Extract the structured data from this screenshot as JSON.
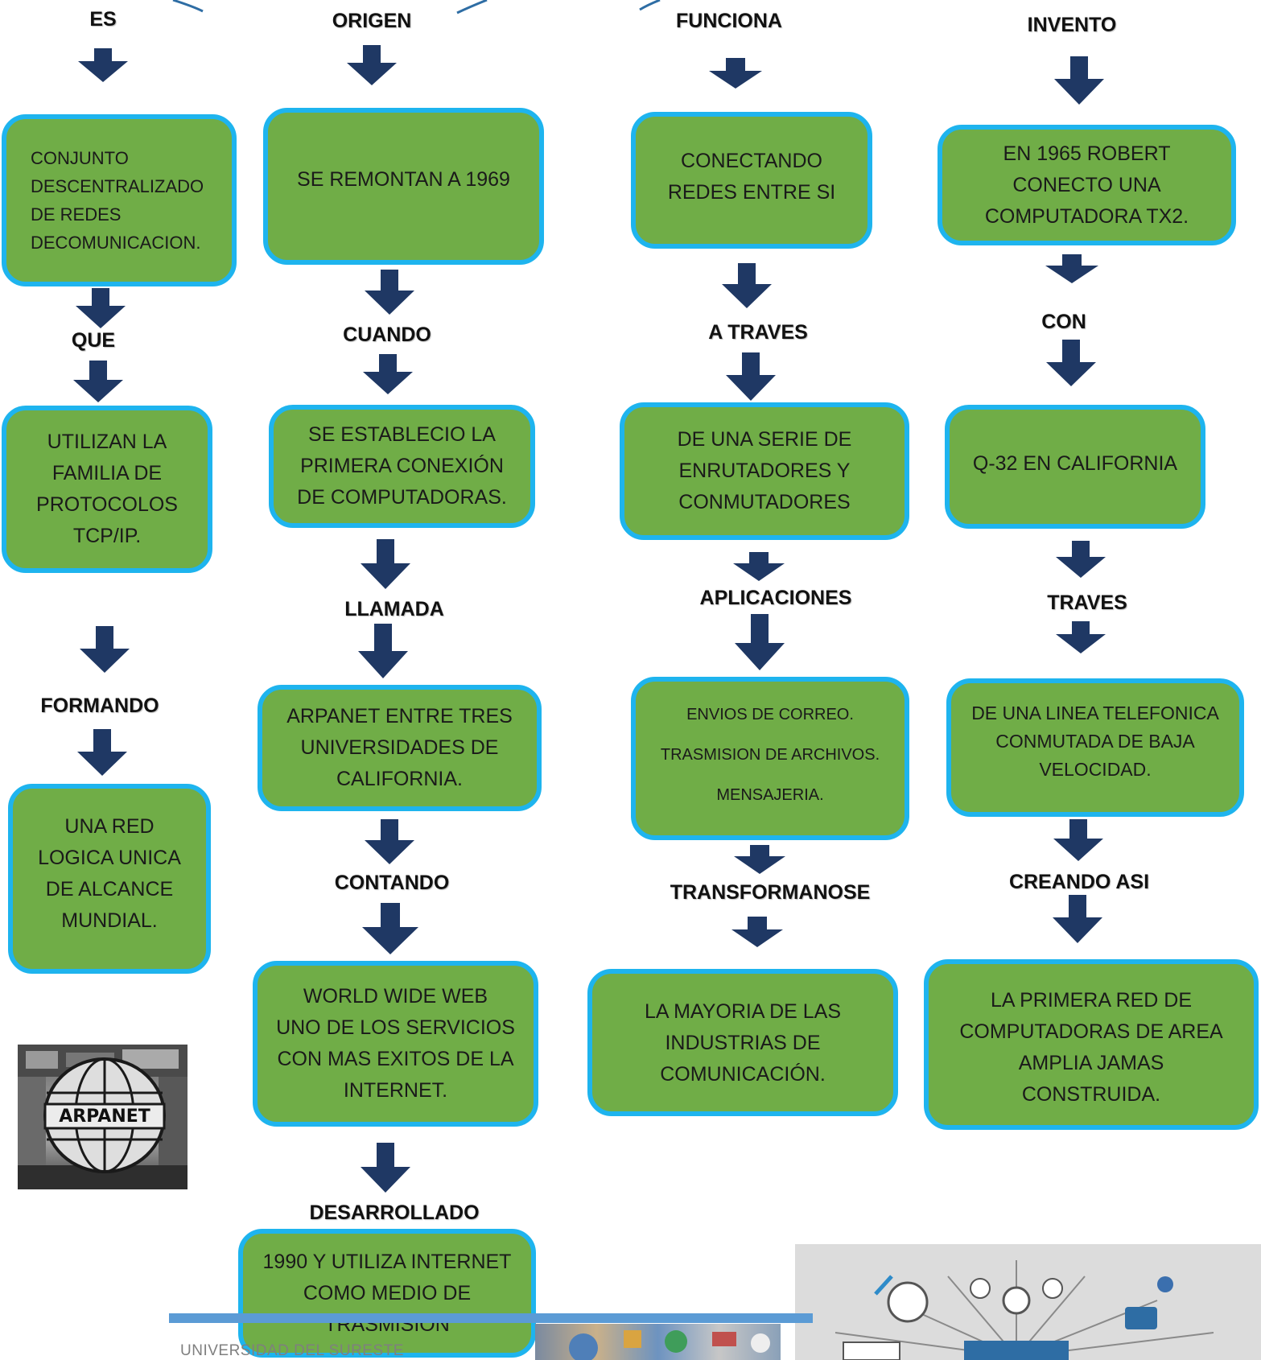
{
  "labels": {
    "es": "ES",
    "origen": "ORIGEN",
    "funciona": "FUNCIONA",
    "invento": "INVENTO",
    "que": "QUE",
    "cuando": "CUANDO",
    "a_traves": "A TRAVES",
    "con": "CON",
    "formando": "FORMANDO",
    "llamada": "LLAMADA",
    "aplicaciones": "APLICACIONES",
    "traves": "TRAVES",
    "contando": "CONTANDO",
    "transformanose": "TRANSFORMANOSE",
    "creando_asi": "CREANDO ASI",
    "desarrollado": "DESARROLLADO"
  },
  "boxes": {
    "es_1": [
      "CONJUNTO",
      "DESCENTRALIZADO",
      "DE REDES",
      "DECOMUNICACION."
    ],
    "es_2": [
      "UTILIZAN LA",
      "FAMILIA DE",
      "PROTOCOLOS",
      "TCP/IP."
    ],
    "es_3": [
      "UNA RED",
      "LOGICA UNICA",
      "DE ALCANCE",
      "MUNDIAL."
    ],
    "origen_1": [
      "SE REMONTAN A 1969"
    ],
    "origen_2": [
      "SE ESTABLECIO LA",
      "PRIMERA CONEXIÓN",
      "DE COMPUTADORAS."
    ],
    "origen_3": [
      "ARPANET ENTRE TRES",
      "UNIVERSIDADES DE",
      "CALIFORNIA."
    ],
    "origen_4": [
      "WORLD WIDE WEB",
      "UNO DE LOS SERVICIOS",
      "CON MAS EXITOS DE LA",
      "INTERNET."
    ],
    "origen_5": [
      "1990 Y UTILIZA INTERNET",
      "COMO MEDIO DE",
      "TRASMISION"
    ],
    "funciona_1": [
      "CONECTANDO",
      "REDES ENTRE SI"
    ],
    "funciona_2": [
      "DE UNA SERIE DE",
      "ENRUTADORES Y",
      "CONMUTADORES"
    ],
    "funciona_3": [
      "ENVIOS DE CORREO.",
      "TRASMISION DE ARCHIVOS.",
      "MENSAJERIA."
    ],
    "funciona_4": [
      "LA MAYORIA DE LAS",
      "INDUSTRIAS DE",
      "COMUNICACIÓN."
    ],
    "invento_1": [
      "EN 1965 ROBERT",
      "CONECTO UNA",
      "COMPUTADORA TX2."
    ],
    "invento_2": [
      "Q-32 EN CALIFORNIA"
    ],
    "invento_3": [
      "DE UNA LINEA TELEFONICA",
      "CONMUTADA DE BAJA",
      "VELOCIDAD."
    ],
    "invento_4": [
      "LA PRIMERA RED DE",
      "COMPUTADORAS DE AREA",
      "AMPLIA JAMAS",
      "CONSTRUIDA."
    ]
  },
  "images": {
    "arpanet_logo_text": "ARPANET"
  },
  "footer": {
    "text": "UNIVERSIDAD DEL SURESTE"
  },
  "colors": {
    "box_fill": "#70ad47",
    "box_border": "#1eb4ee",
    "arrow": "#1f3864",
    "footer_line": "#5b9bd5"
  }
}
